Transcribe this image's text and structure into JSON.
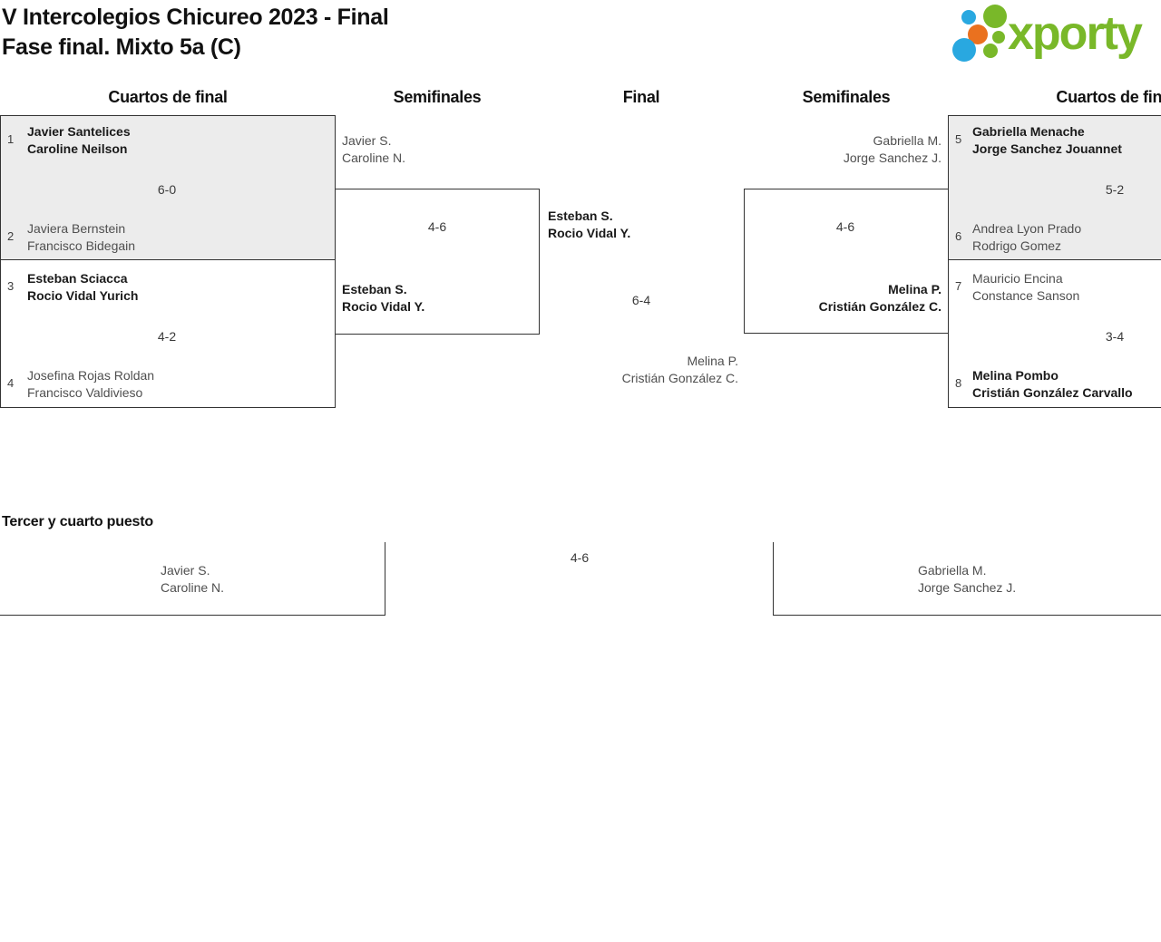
{
  "page": {
    "title_line1": "V Intercolegios Chicureo 2023 - Final",
    "title_line2": "Fase final. Mixto 5a (C)",
    "third_place_heading": "Tercer y cuarto puesto"
  },
  "logo": {
    "wordmark": "xporty"
  },
  "headers": {
    "qf_left": "Cuartos de final",
    "sf_left": "Semifinales",
    "final": "Final",
    "sf_right": "Semifinales",
    "qf_right": "Cuartos de final"
  },
  "colors": {
    "logo_green": "#79b829",
    "logo_blue": "#29a8e0",
    "logo_orange": "#ea711f",
    "winner_text": "#1a1a1a",
    "loser_text": "#4f4f4f",
    "shaded_box_bg": "#ececec",
    "border": "#333333"
  },
  "bracket": {
    "qf": [
      {
        "seed_a": "1",
        "a1": "Javier Santelices",
        "a2": "Caroline Neilson",
        "score": "6-0",
        "seed_b": "2",
        "b1": "Javiera Bernstein",
        "b2": "Francisco Bidegain"
      },
      {
        "seed_a": "3",
        "a1": "Esteban Sciacca",
        "a2": "Rocio Vidal Yurich",
        "score": "4-2",
        "seed_b": "4",
        "b1": "Josefina Rojas Roldan",
        "b2": "Francisco Valdivieso"
      },
      {
        "seed_a": "5",
        "a1": "Gabriella Menache",
        "a2": "Jorge Sanchez Jouannet",
        "score": "5-2",
        "seed_b": "6",
        "b1": "Andrea Lyon Prado",
        "b2": "Rodrigo Gomez"
      },
      {
        "seed_a": "7",
        "a1": "Mauricio Encina",
        "a2": "Constance Sanson",
        "score": "3-4",
        "seed_b": "8",
        "b1": "Melina Pombo",
        "b2": "Cristián González Carvallo"
      }
    ],
    "sf": [
      {
        "top1": "Javier S.",
        "top2": "Caroline N.",
        "score": "4-6",
        "bottom1": "Esteban S.",
        "bottom2": "Rocio Vidal Y."
      },
      {
        "top1": "Gabriella M.",
        "top2": "Jorge Sanchez J.",
        "score": "4-6",
        "bottom1": "Melina P.",
        "bottom2": "Cristián González C."
      }
    ],
    "final": {
      "top1": "Esteban S.",
      "top2": "Rocio Vidal Y.",
      "score": "6-4",
      "bottom1": "Melina P.",
      "bottom2": "Cristián González C."
    },
    "third_place": {
      "left1": "Javier S.",
      "left2": "Caroline N.",
      "score": "4-6",
      "right1": "Gabriella M.",
      "right2": "Jorge Sanchez J."
    }
  }
}
